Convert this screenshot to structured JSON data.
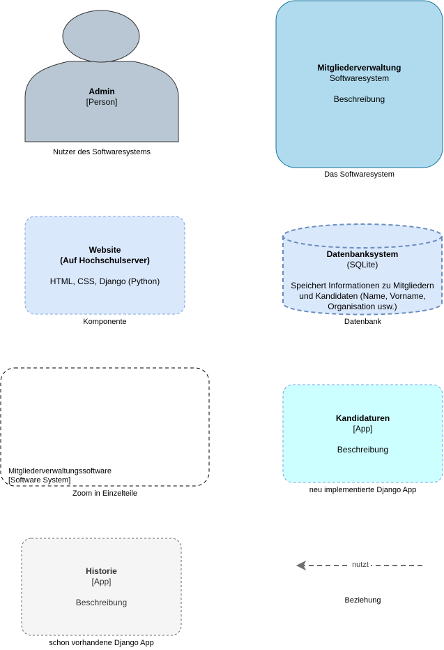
{
  "legend": {
    "person": {
      "title": "Admin",
      "type": "[Person]",
      "caption": "Nutzer des Softwaresystems",
      "color": "#b8c7d3"
    },
    "software_system": {
      "title": "Mitgliederverwaltung",
      "subtitle": "Softwaresystem",
      "description": "Beschreibung",
      "caption": "Das Softwaresystem",
      "color": "#b0dbef"
    },
    "component": {
      "title": "Website",
      "title2": "(Auf Hochschulserver)",
      "technology": "HTML, CSS, Django (Python)",
      "caption": "Komponente",
      "color": "#dae8fc"
    },
    "database": {
      "title": "Datenbanksystem",
      "type": "(SQLite)",
      "description1": "Speichert Informationen zu Mitgliedern",
      "description2": "und Kandidaten (Name, Vorname,",
      "description3": "Organisation usw.)",
      "caption": "Datenbank",
      "color": "#dae8fc"
    },
    "boundary": {
      "name": "Mitgliederverwaltungssoftware",
      "type": "[Software System]",
      "caption": "Zoom in Einzelteile"
    },
    "new_app": {
      "title": "Kandidaturen",
      "type": "[App]",
      "description": "Beschreibung",
      "caption": "neu implementierte Django App",
      "color": "#ccffff"
    },
    "existing_app": {
      "title": "Historie",
      "type": "[App]",
      "description": "Beschreibung",
      "caption": "schon vorhandene Django App",
      "color": "#f5f5f5"
    },
    "relationship": {
      "label": "nutzt",
      "caption": "Beziehung",
      "color": "#707070"
    }
  }
}
